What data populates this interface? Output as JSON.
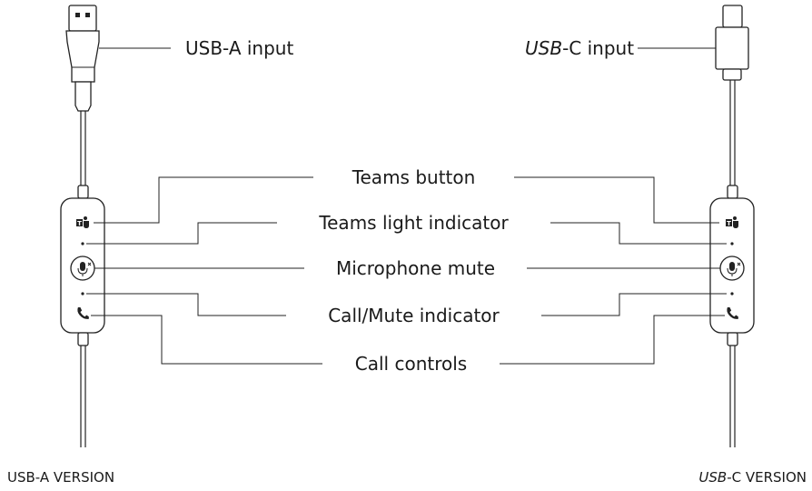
{
  "labels": {
    "usb_a_input": "USB-A input",
    "usb_c_input_prefix": "USB",
    "usb_c_input_suffix": "-C input",
    "teams_button": "Teams button",
    "teams_light_indicator": "Teams light indicator",
    "microphone_mute": "Microphone mute",
    "call_mute_indicator": "Call/Mute indicator",
    "call_controls": "Call controls"
  },
  "captions": {
    "usb_a_version": "USB-A VERSION",
    "usb_c_version_prefix": "USB",
    "usb_c_version_suffix": "-C VERSION"
  },
  "icons": [
    "teams-icon",
    "microphone-mute-icon",
    "phone-icon"
  ],
  "colors": {
    "line": "#222222",
    "text": "#1a1a1a",
    "background": "#ffffff"
  }
}
